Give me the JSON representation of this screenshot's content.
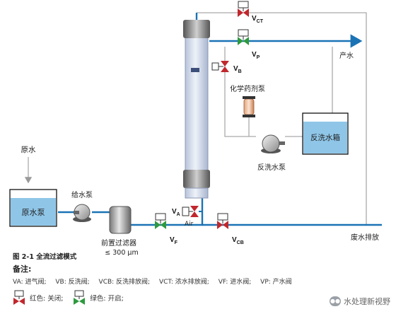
{
  "labels": {
    "raw_water": "原水",
    "raw_tank": "原水泵",
    "feed_pump": "给水泵",
    "prefilter": "前置过滤器",
    "prefilter_spec": "≤ 300 μm",
    "chem_pump": "化学药剂泵",
    "backwash_tank": "反洗水箱",
    "backwash_pump": "反洗水泵",
    "product": "产水",
    "waste": "废水排放",
    "air": "Air"
  },
  "valves": {
    "vct": {
      "main": "V",
      "sub": "CT"
    },
    "vp": {
      "main": "V",
      "sub": "P"
    },
    "vb": {
      "main": "V",
      "sub": "B"
    },
    "va": {
      "main": "V",
      "sub": "A"
    },
    "vf": {
      "main": "V",
      "sub": "F"
    },
    "vcb": {
      "main": "V",
      "sub": "CB"
    }
  },
  "caption": "图 2-1  全流过滤模式",
  "notes": {
    "title": "备注:",
    "items": [
      "VA: 进气阀;",
      "VB: 反洗阀;",
      "VCB: 反洗排放阀;",
      "VCT: 浓水排放阀;",
      "VF: 进水阀;",
      "VP: 产水阀"
    ],
    "red_legend": "红色: 关闭;",
    "green_legend": "绿色: 开启;"
  },
  "watermark": "水处理新视野",
  "colors": {
    "pipe_blue": "#1a73b5",
    "line_gray": "#aaaaaa",
    "valve_red": "#c0272d",
    "valve_green": "#2e9a3e",
    "water_blue": "#8fc6e8"
  }
}
